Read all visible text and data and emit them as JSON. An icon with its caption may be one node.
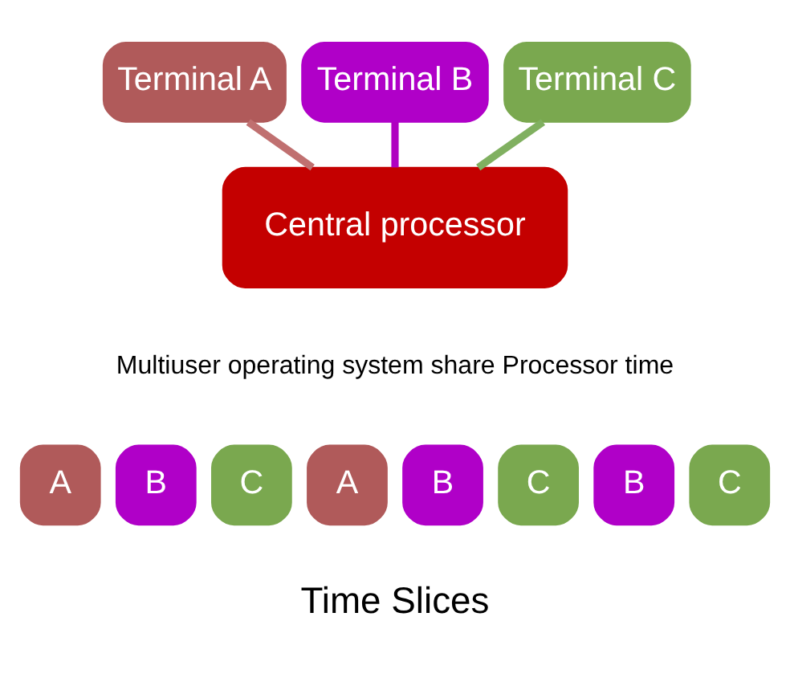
{
  "diagram": {
    "nodes": [
      {
        "text": [
          "Terminal A"
        ]
      },
      {
        "text": [
          "Terminal B"
        ]
      },
      {
        "text": [
          "Terminal C"
        ]
      },
      {
        "text": [
          "Central processor"
        ]
      },
      {
        "text": [
          "A"
        ]
      },
      {
        "text": [
          "B"
        ]
      },
      {
        "text": [
          "C"
        ]
      },
      {
        "text": [
          "A"
        ]
      },
      {
        "text": [
          "B"
        ]
      },
      {
        "text": [
          "C"
        ]
      },
      {
        "text": [
          "B"
        ]
      },
      {
        "text": [
          "C"
        ]
      }
    ],
    "edges": [
      {
        "from": 0,
        "to": 3,
        "arrow": "none",
        "color": "#c07070"
      },
      {
        "from": 1,
        "to": 3,
        "arrow": "none",
        "color": "#b000c0"
      },
      {
        "from": 2,
        "to": 3,
        "arrow": "none",
        "color": "#80b060"
      }
    ],
    "labels": [
      "Multiuser operating system share Processor time",
      "Time Slices"
    ]
  }
}
